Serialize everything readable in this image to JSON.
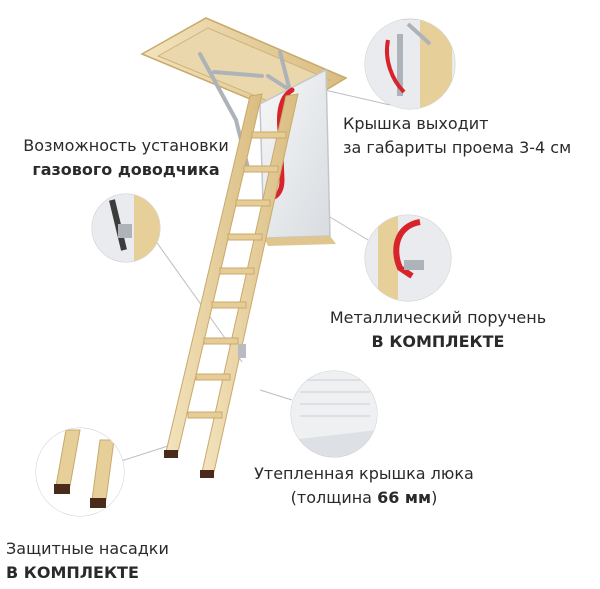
{
  "callouts": {
    "cover": {
      "line1": "Крышка выходит",
      "line2": "за габариты проема 3-4 см"
    },
    "gas": {
      "line1": "Возможность установки",
      "line2": "газового доводчика"
    },
    "rail": {
      "line1": "Металлический поручень",
      "line2": "В КОМПЛЕКТЕ"
    },
    "lid": {
      "line1": "Утепленная крышка люка",
      "line2_prefix": "(толщина ",
      "line2_bold": "66 мм",
      "line2_suffix": ")"
    },
    "tips": {
      "line1": "Защитные насадки",
      "line2": "В КОМПЛЕКТЕ"
    }
  },
  "colors": {
    "wood": "#e8d2a2",
    "wood_dark": "#c9a96b",
    "handrail": "#d8232a",
    "metal": "#b8bcc2",
    "lid_panel": "#eef0f2",
    "leader": "#b5b5b5"
  }
}
